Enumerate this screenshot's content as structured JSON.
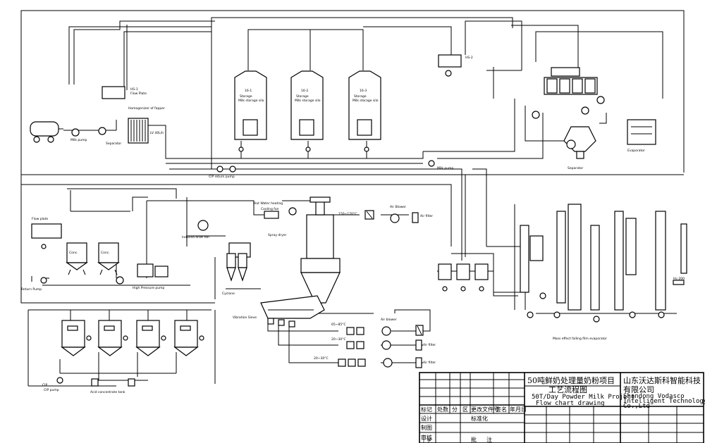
{
  "title_block": {
    "project_cn": "50吨鲜奶处理量奶粉项目",
    "drawing_cn": "工艺流程图",
    "project_en": "50T/Day Powder Milk Project",
    "drawing_en": "Flow chart drawing",
    "company_cn_1": "山东沃达斯科智能科技",
    "company_cn_2": "有限公司",
    "company_en_1": "Shandong Vodasco",
    "company_en_2": "Intelligent Technology",
    "company_en_3": "Co.,Ltd",
    "rev_row": [
      "标记",
      "处数",
      "分",
      "区",
      "更改文件号",
      "签名",
      "年月日"
    ],
    "design": "设计",
    "standard": "标准化",
    "draw": "制图",
    "check": "审核",
    "process": "工艺",
    "approve": "批",
    "note": "注"
  },
  "labels": {
    "tank1_id": "16-1",
    "tank2_id": "16-2",
    "tank3_id": "16-3",
    "tank_desc": "Storage",
    "tank_sub": "Milk storage silo",
    "return_pump": "Return Pump",
    "flow_plate": "Flow plate",
    "evaporator_label": "Mass effect falling film evaporator",
    "cip_pump": "CIP pump"
  }
}
